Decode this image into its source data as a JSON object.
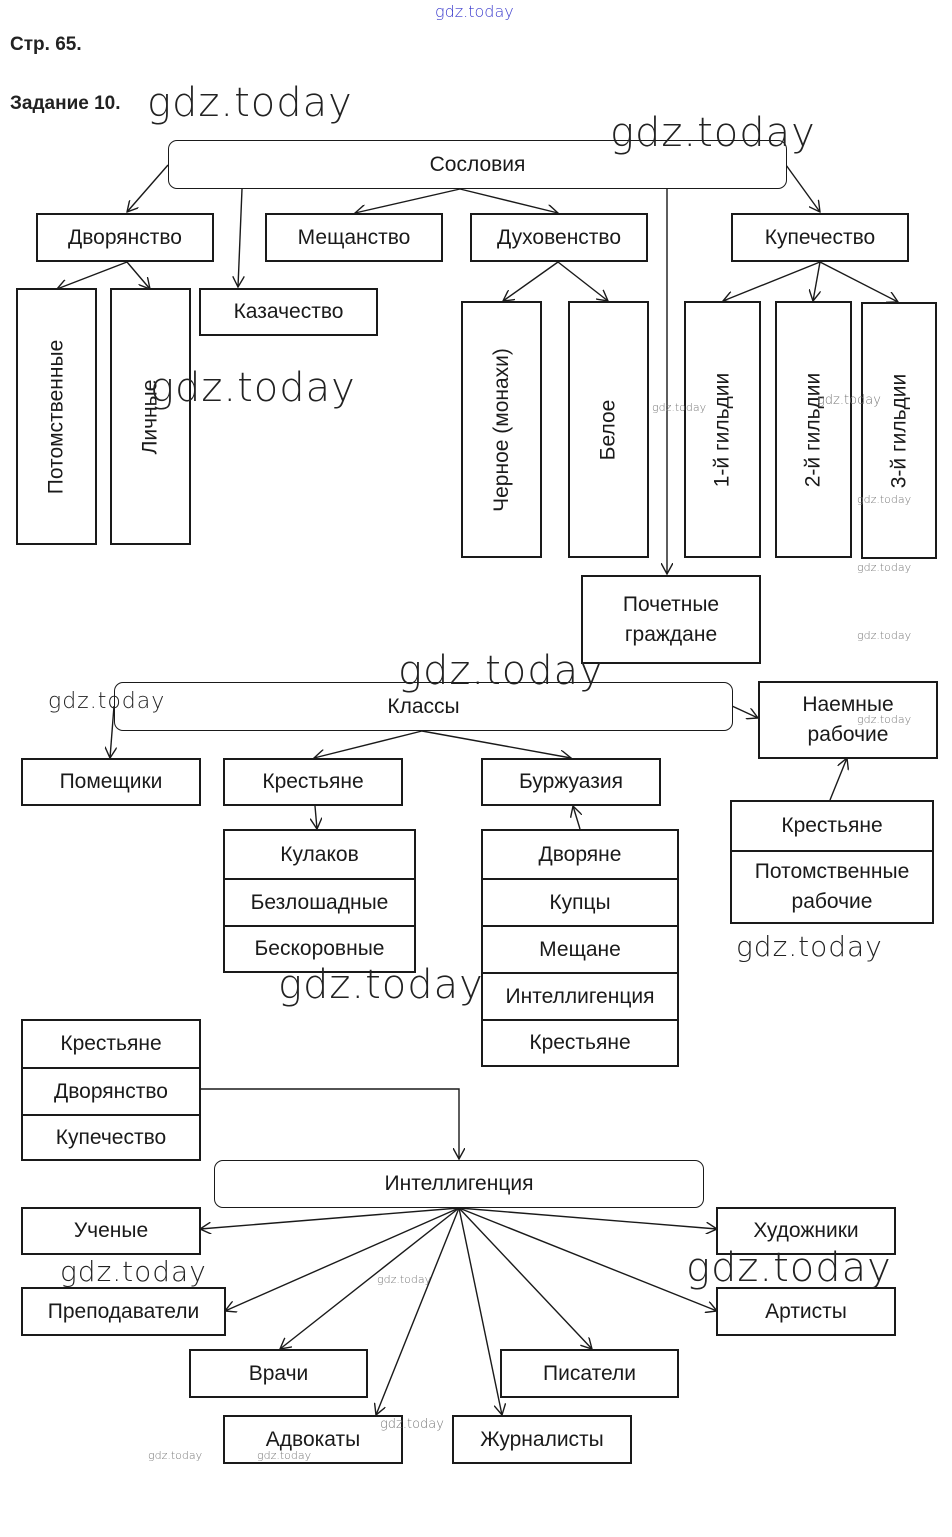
{
  "header": {
    "page": "Стр. 65.",
    "task": "Задание 10."
  },
  "watermark": {
    "text": "gdz.today",
    "top_color": "#3a3acc"
  },
  "estates": {
    "root": "Сословия",
    "nobility": {
      "label": "Дворянство",
      "children": [
        "Потомственные",
        "Личные"
      ]
    },
    "cossacks": "Казачество",
    "townspeople": "Мещанство",
    "clergy": {
      "label": "Духовенство",
      "children": [
        "Черное (монахи)",
        "Белое"
      ]
    },
    "merchants": {
      "label": "Купечество",
      "children": [
        "1-й гильдии",
        "2-й гильдии",
        "3-й гильдии"
      ]
    },
    "honorary_citizens": "Почетные граждане"
  },
  "classes": {
    "root": "Классы",
    "landowners": "Помещики",
    "peasants": {
      "label": "Крестьяне",
      "children": [
        "Кулаков",
        "Безлошадные",
        "Бескоровные"
      ]
    },
    "bourgeoisie": {
      "label": "Буржуазия",
      "sources": [
        "Дворяне",
        "Купцы",
        "Мещане",
        "Интеллигенция",
        "Крестьяне"
      ]
    },
    "hired_workers": {
      "label": "Наемные рабочие",
      "sources": [
        "Крестьяне",
        "Потомственные рабочие"
      ]
    }
  },
  "intelligentsia": {
    "sources": [
      "Крестьяне",
      "Дворянство",
      "Купечество"
    ],
    "root": "Интеллигенция",
    "children": {
      "scientists": "Ученые",
      "teachers": "Преподаватели",
      "doctors": "Врачи",
      "lawyers": "Адвокаты",
      "journalists": "Журналисты",
      "writers": "Писатели",
      "actors": "Артисты",
      "artists": "Художники"
    }
  }
}
